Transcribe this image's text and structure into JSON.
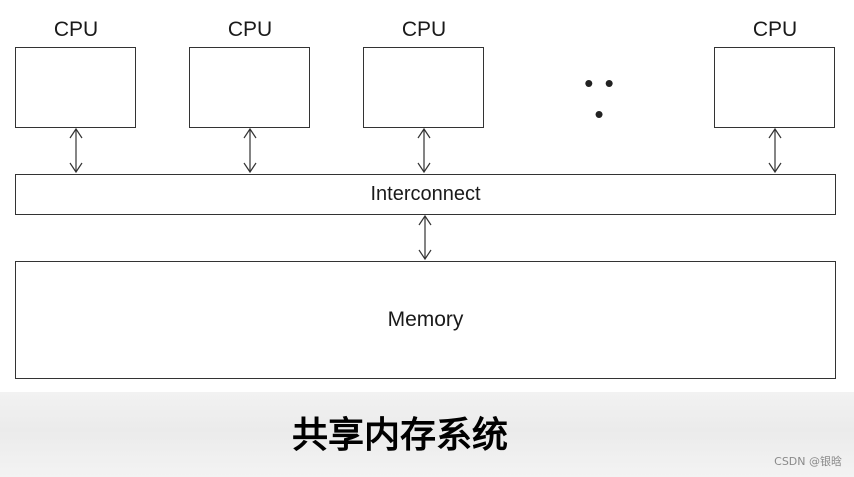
{
  "cpus": [
    {
      "label": "CPU"
    },
    {
      "label": "CPU"
    },
    {
      "label": "CPU"
    },
    {
      "label": "CPU"
    }
  ],
  "ellipsis": "• • •",
  "interconnect_label": "Interconnect",
  "memory_label": "Memory",
  "caption": "共享内存系统",
  "watermark": "CSDN @银晗"
}
